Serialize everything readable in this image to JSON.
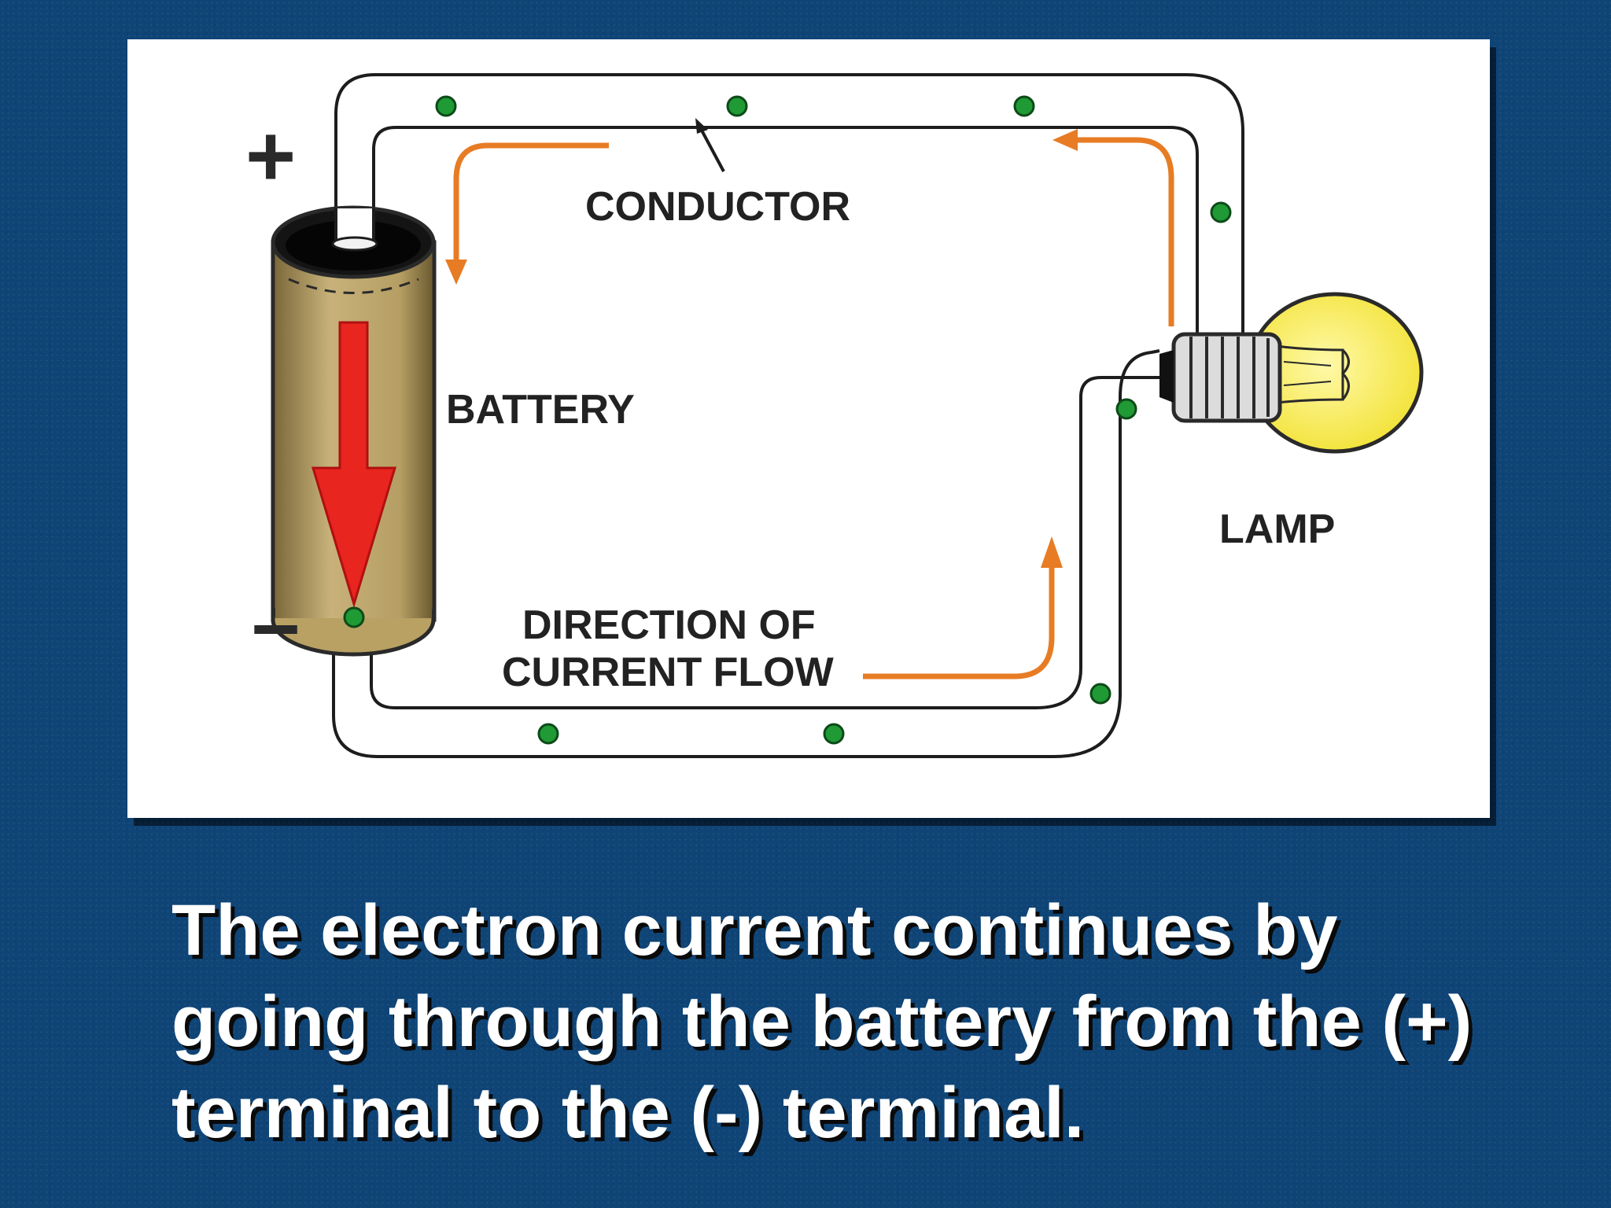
{
  "diagram": {
    "labels": {
      "conductor": "CONDUCTOR",
      "battery": "BATTERY",
      "lamp": "LAMP",
      "direction_line1": "DIRECTION OF",
      "direction_line2": "CURRENT FLOW",
      "plus": "+",
      "minus": "–"
    },
    "colors": {
      "background": "#0f4476",
      "panel": "#ffffff",
      "battery": "#c2ab6d",
      "electron_dot": "#1f9a35",
      "current_arrow": "#e77c24",
      "electron_arrow": "#e8251f",
      "bulb": "#f8ec5a"
    }
  },
  "caption": "The electron current continues by going through the battery from the (+) terminal to the (-) terminal."
}
